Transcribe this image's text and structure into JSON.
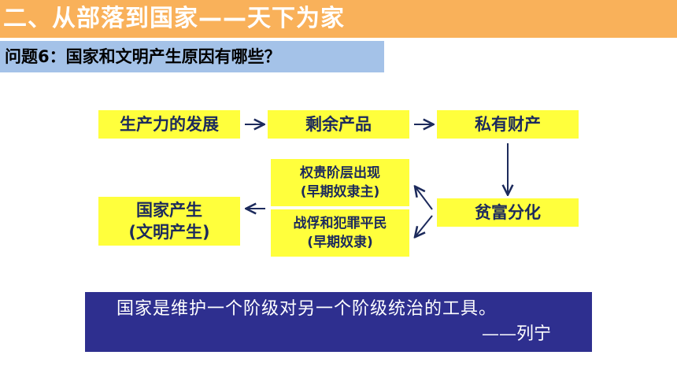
{
  "header": {
    "title": "二、从部落到国家——天下为家"
  },
  "question": {
    "text": "问题6：国家和文明产生原因有哪些？"
  },
  "flow": {
    "productivity": "生产力的发展",
    "surplus": "剩余产品",
    "private_property": "私有财产",
    "wealth_gap": "贫富分化",
    "nobles": {
      "line1": "权贵阶层出现",
      "line2": "(早期奴隶主)"
    },
    "captives": {
      "line1": "战俘和犯罪平民",
      "line2": "(早期奴隶)"
    },
    "state": {
      "line1": "国家产生",
      "line2": "(文明产生)"
    }
  },
  "quote": {
    "text": "国家是维护一个阶级对另一个阶级统治的工具。",
    "author": "——列宁"
  },
  "colors": {
    "header_band": "#f9b15a",
    "question_band": "#a4c2e8",
    "box_fill": "#ffff3c",
    "box_text": "#1c2a5c",
    "arrow": "#1c2a5c",
    "quote_panel": "#2e2f8f"
  }
}
